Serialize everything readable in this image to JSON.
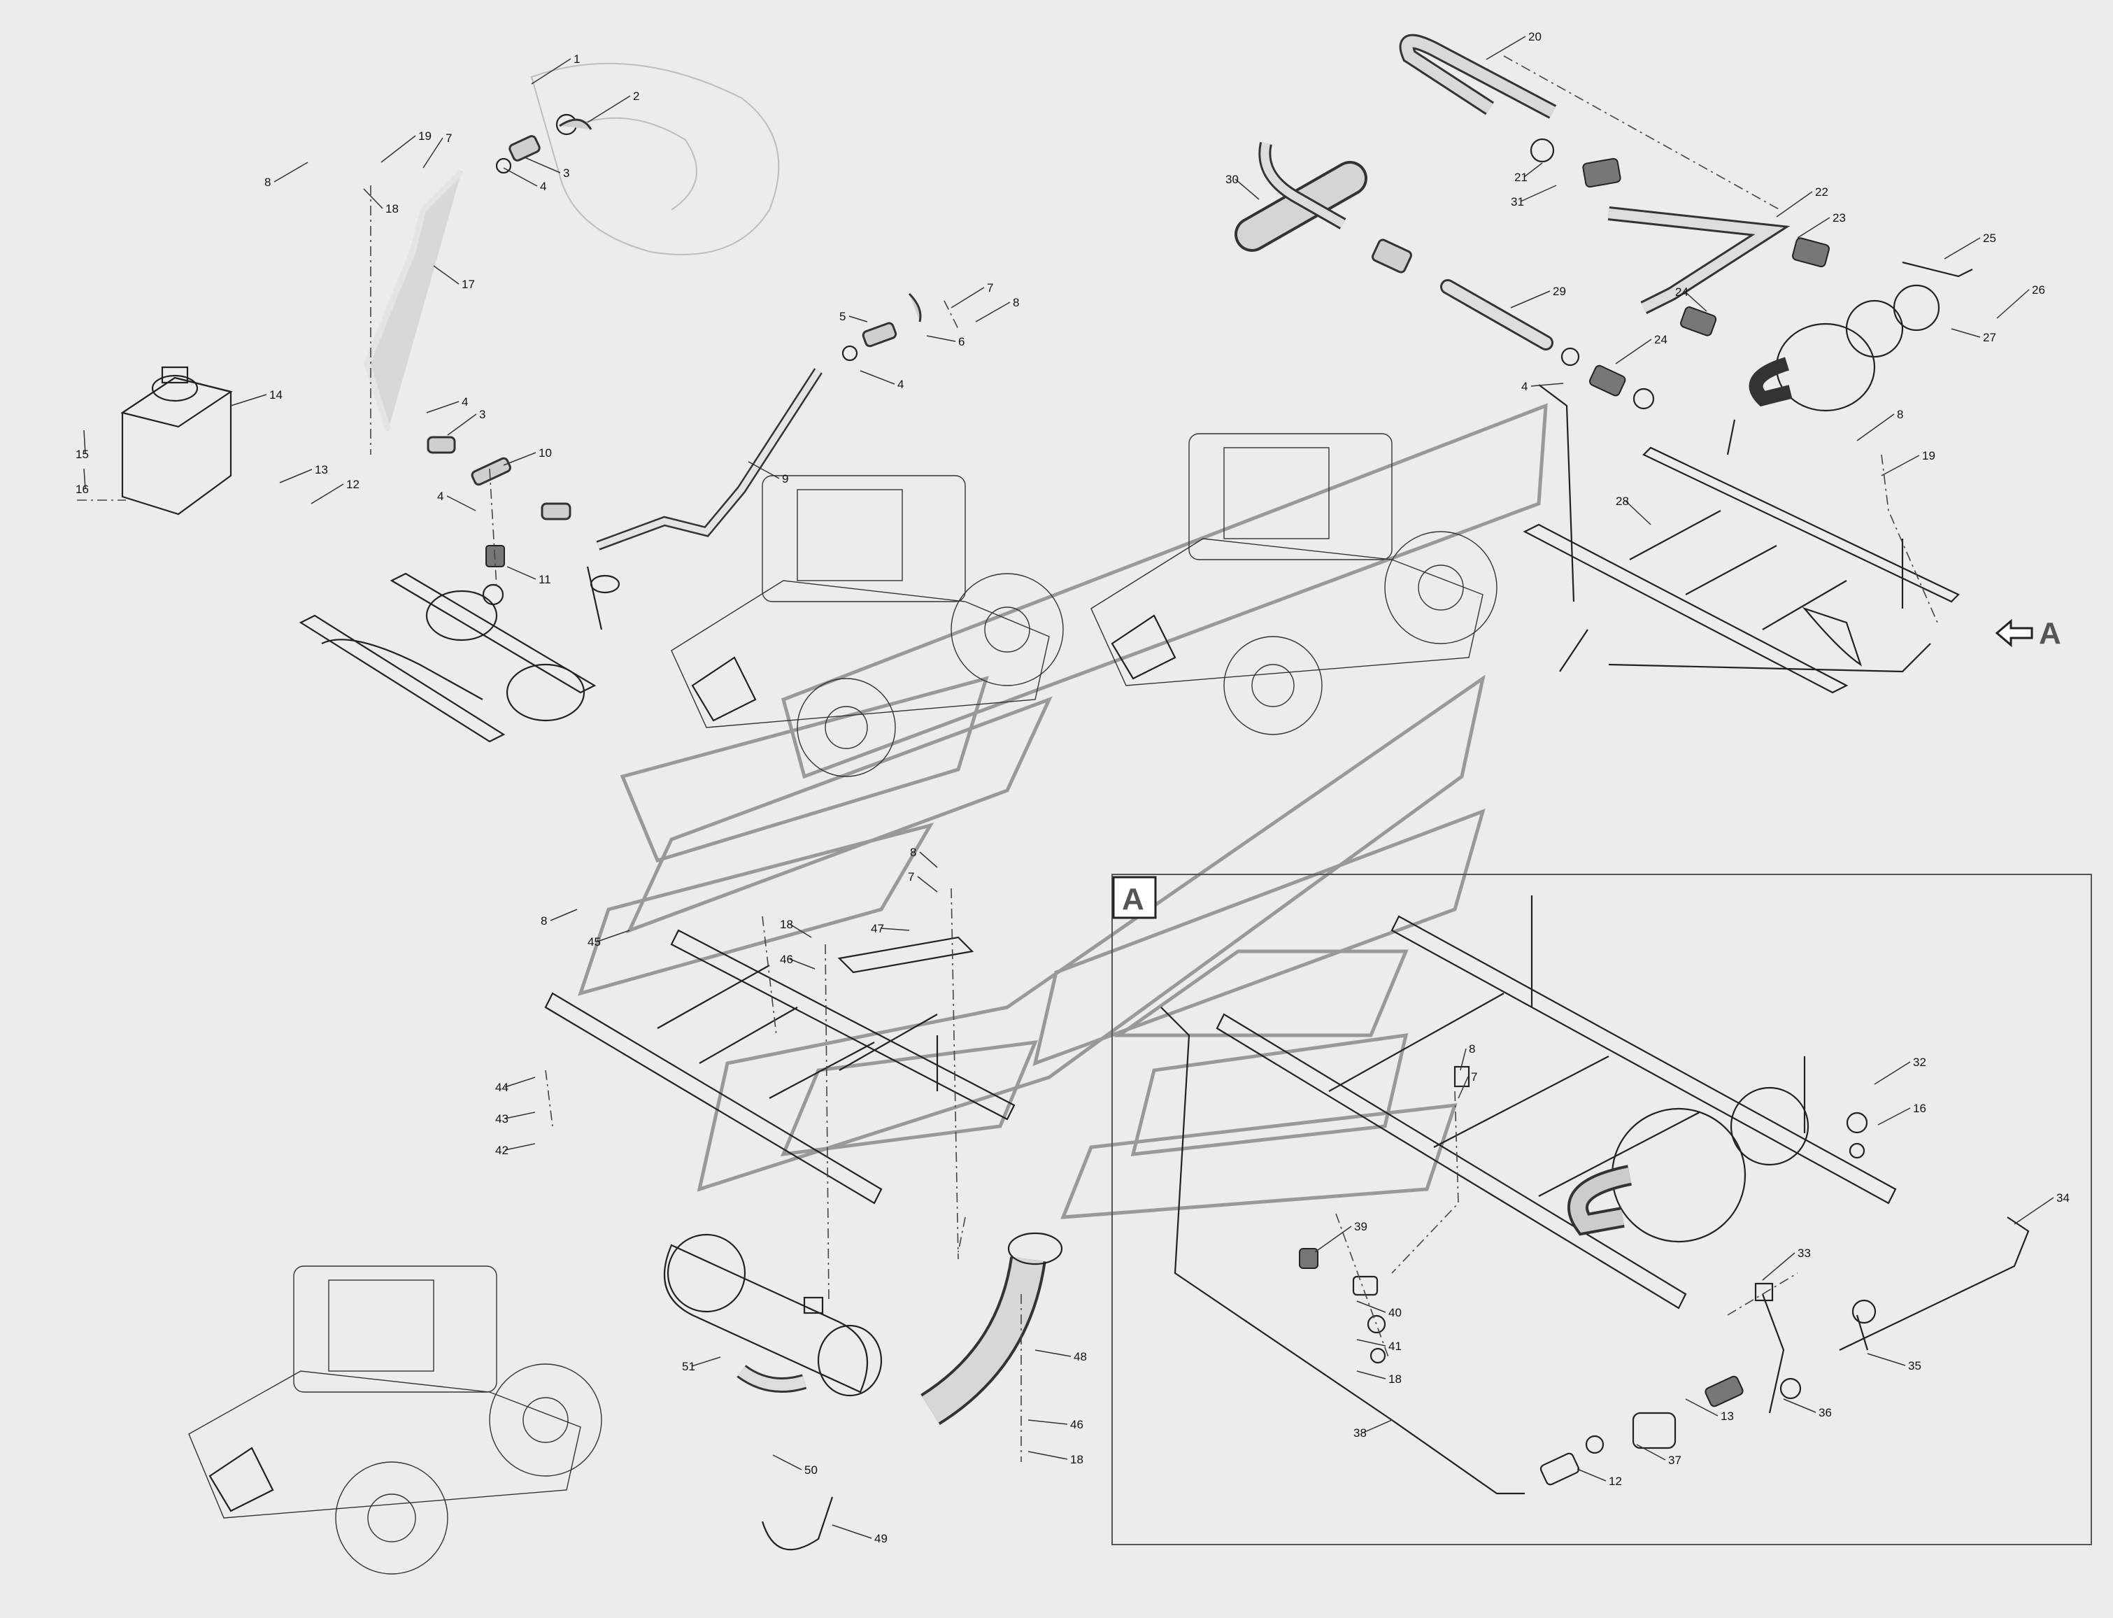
{
  "diagram": {
    "view_tag": "A",
    "detail_tag": "A",
    "callouts": [
      {
        "id": "c1",
        "label": "1"
      },
      {
        "id": "c2",
        "label": "2"
      },
      {
        "id": "c3a",
        "label": "3"
      },
      {
        "id": "c4a",
        "label": "4"
      },
      {
        "id": "c7a",
        "label": "7"
      },
      {
        "id": "c8a",
        "label": "8"
      },
      {
        "id": "c18a",
        "label": "18"
      },
      {
        "id": "c19a",
        "label": "19"
      },
      {
        "id": "c17",
        "label": "17"
      },
      {
        "id": "c14",
        "label": "14"
      },
      {
        "id": "c15",
        "label": "15"
      },
      {
        "id": "c16a",
        "label": "16"
      },
      {
        "id": "c13a",
        "label": "13"
      },
      {
        "id": "c12a",
        "label": "12"
      },
      {
        "id": "c4b",
        "label": "4"
      },
      {
        "id": "c3b",
        "label": "3"
      },
      {
        "id": "c10",
        "label": "10"
      },
      {
        "id": "c4c",
        "label": "4"
      },
      {
        "id": "c11",
        "label": "11"
      },
      {
        "id": "c9",
        "label": "9"
      },
      {
        "id": "c5",
        "label": "5"
      },
      {
        "id": "c6",
        "label": "6"
      },
      {
        "id": "c7b",
        "label": "7"
      },
      {
        "id": "c8b",
        "label": "8"
      },
      {
        "id": "c4d",
        "label": "4"
      },
      {
        "id": "c20",
        "label": "20"
      },
      {
        "id": "c21",
        "label": "21"
      },
      {
        "id": "c31",
        "label": "31"
      },
      {
        "id": "c30",
        "label": "30"
      },
      {
        "id": "c22",
        "label": "22"
      },
      {
        "id": "c23",
        "label": "23"
      },
      {
        "id": "c25",
        "label": "25"
      },
      {
        "id": "c29",
        "label": "29"
      },
      {
        "id": "c24a",
        "label": "24"
      },
      {
        "id": "c24b",
        "label": "24"
      },
      {
        "id": "c4e",
        "label": "4"
      },
      {
        "id": "c26",
        "label": "26"
      },
      {
        "id": "c27",
        "label": "27"
      },
      {
        "id": "c8c",
        "label": "8"
      },
      {
        "id": "c19b",
        "label": "19"
      },
      {
        "id": "c28",
        "label": "28"
      },
      {
        "id": "c8d",
        "label": "8"
      },
      {
        "id": "c7c",
        "label": "7"
      },
      {
        "id": "c8e",
        "label": "8"
      },
      {
        "id": "c45",
        "label": "45"
      },
      {
        "id": "c18b",
        "label": "18"
      },
      {
        "id": "c47",
        "label": "47"
      },
      {
        "id": "c46a",
        "label": "46"
      },
      {
        "id": "c44",
        "label": "44"
      },
      {
        "id": "c43",
        "label": "43"
      },
      {
        "id": "c42",
        "label": "42"
      },
      {
        "id": "c51",
        "label": "51"
      },
      {
        "id": "c48",
        "label": "48"
      },
      {
        "id": "c46b",
        "label": "46"
      },
      {
        "id": "c18c",
        "label": "18"
      },
      {
        "id": "c50",
        "label": "50"
      },
      {
        "id": "c49",
        "label": "49"
      },
      {
        "id": "c8f",
        "label": "8"
      },
      {
        "id": "c7d",
        "label": "7"
      },
      {
        "id": "c32",
        "label": "32"
      },
      {
        "id": "c16b",
        "label": "16"
      },
      {
        "id": "c34",
        "label": "34"
      },
      {
        "id": "c39",
        "label": "39"
      },
      {
        "id": "c33",
        "label": "33"
      },
      {
        "id": "c40",
        "label": "40"
      },
      {
        "id": "c41",
        "label": "41"
      },
      {
        "id": "c18d",
        "label": "18"
      },
      {
        "id": "c35",
        "label": "35"
      },
      {
        "id": "c13b",
        "label": "13"
      },
      {
        "id": "c36",
        "label": "36"
      },
      {
        "id": "c38",
        "label": "38"
      },
      {
        "id": "c37",
        "label": "37"
      },
      {
        "id": "c12b",
        "label": "12"
      }
    ]
  }
}
